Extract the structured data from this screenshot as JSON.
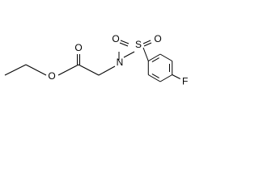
{
  "molecule": {
    "atoms": {
      "ester_oxygen": "O",
      "carbonyl_oxygen": "O",
      "nitrogen": "N",
      "sulfur": "S",
      "sulfonyl_oxygen_left": "O",
      "sulfonyl_oxygen_right": "O",
      "fluorine": "F"
    }
  }
}
